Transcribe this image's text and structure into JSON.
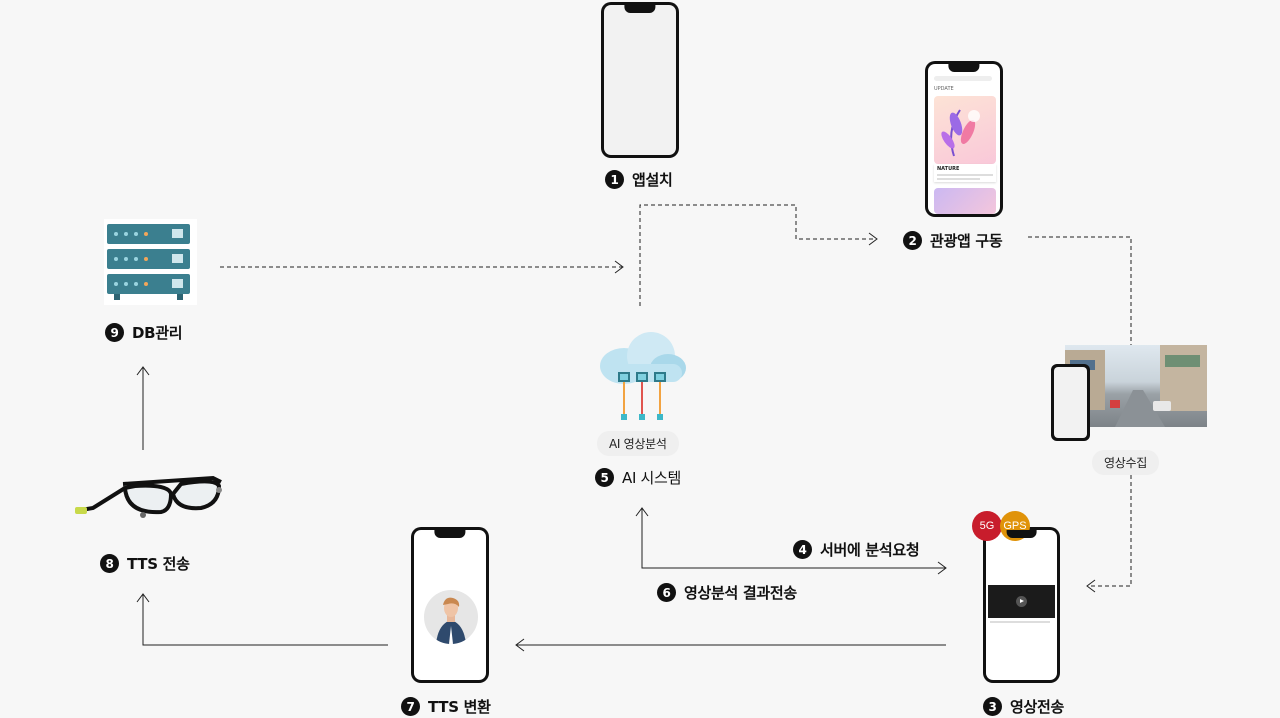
{
  "steps": {
    "s1": {
      "num": "1",
      "label": "앱설치"
    },
    "s2": {
      "num": "2",
      "label": "관광앱 구동"
    },
    "s3": {
      "num": "3",
      "label": "영상전송"
    },
    "s4": {
      "num": "4",
      "label": "서버에 분석요청"
    },
    "s5": {
      "num": "5",
      "label": "AI 시스템"
    },
    "s6": {
      "num": "6",
      "label": "영상분석 결과전송"
    },
    "s7": {
      "num": "7",
      "label": "TTS 변환"
    },
    "s8": {
      "num": "8",
      "label": "TTS 전송"
    },
    "s9": {
      "num": "9",
      "label": "DB관리"
    }
  },
  "chips": {
    "ai_analysis": "AI 영상분석",
    "video_collect": "영상수집"
  },
  "badges": {
    "network": "5G",
    "location": "GPS"
  },
  "app_screen": {
    "header": "UPDATE",
    "card_title": "NATURE"
  },
  "colors": {
    "background": "#f7f7f7",
    "server": "#3b7f8f",
    "badge_5g": "#c81d2c",
    "badge_gps": "#e0930a",
    "cloud": "#a9d8ea"
  }
}
